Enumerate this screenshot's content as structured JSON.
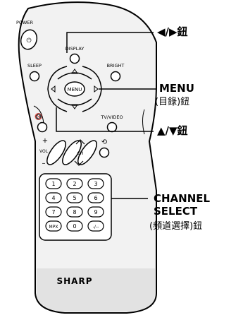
{
  "remote": {
    "power_label": "POWER",
    "display_label": "DISPLAY",
    "sleep_label": "SLEEP",
    "bright_label": "BRIGHT",
    "menu_label": "MENU",
    "tvvideo_label": "TV/VIDEO",
    "vol_label": "VOL",
    "ch_label": "CH",
    "plus": "+",
    "minus": "–",
    "keys": [
      "1",
      "2",
      "3",
      "4",
      "5",
      "6",
      "7",
      "8",
      "9",
      "MPX",
      "0",
      "-/--"
    ],
    "brand": "SHARP"
  },
  "callouts": {
    "lr_button": "◀/▶鈕",
    "menu_en": "MENU",
    "menu_zh": "(目錄)鈕",
    "ud_button": "▲/▼鈕",
    "channel_l1": "CHANNEL",
    "channel_l2": "SELECT",
    "channel_zh": "(頻道選擇)鈕"
  },
  "colors": {
    "remote_body": "#f2f2f2",
    "outline": "#000000",
    "background": "#ffffff"
  }
}
